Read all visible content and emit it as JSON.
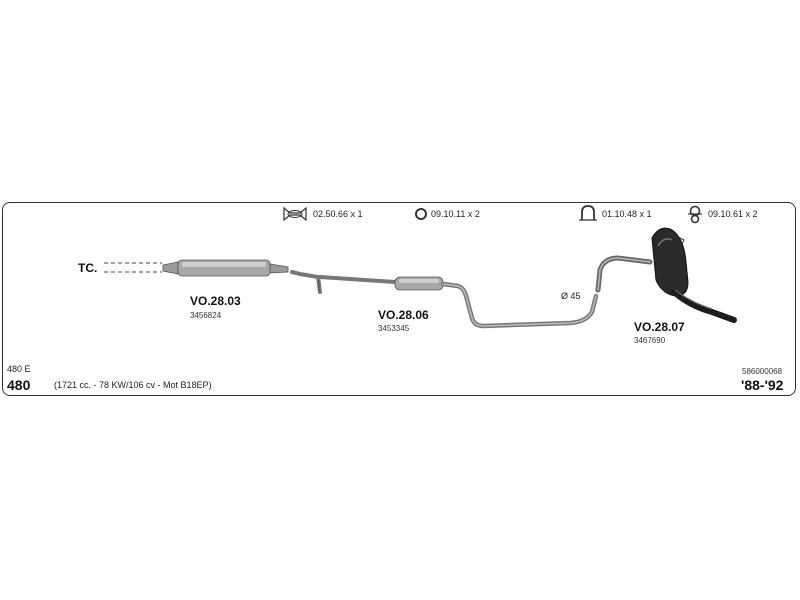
{
  "fittings": [
    {
      "icon": "clamp-icon",
      "label": "02.50.66 x 1"
    },
    {
      "icon": "ring-icon",
      "label": "09.10.11 x 2"
    },
    {
      "icon": "u-bolt-icon",
      "label": "01.10.48 x 1"
    },
    {
      "icon": "hanger-icon",
      "label": "09.10.61 x 2"
    }
  ],
  "tc_label": "TC.",
  "parts": [
    {
      "code": "VO.28.03",
      "number": "3456824"
    },
    {
      "code": "VO.28.06",
      "number": "3453345"
    },
    {
      "code": "VO.28.07",
      "number": "3467690"
    }
  ],
  "diameter_label": "Ø 45",
  "model_small": "480 E",
  "model_big": "480",
  "engine_spec": "(1721 cc. - 78 KW/106 cv - Mot B18EP)",
  "catalog_number": "586000068",
  "years": "'88-'92"
}
